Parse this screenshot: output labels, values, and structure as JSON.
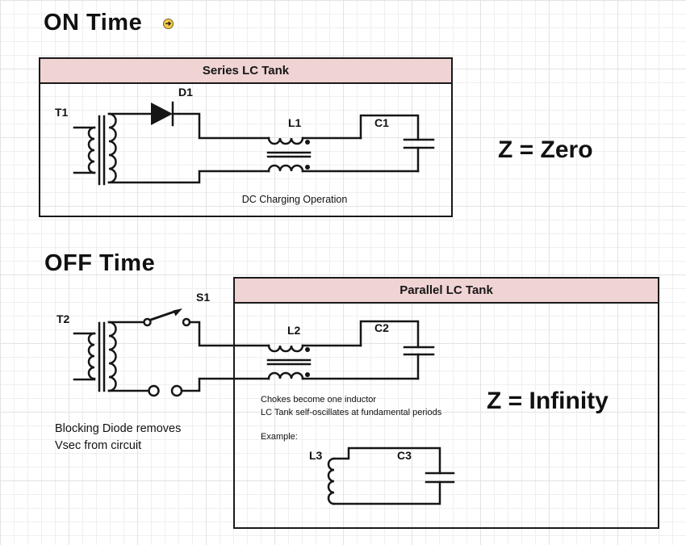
{
  "headings": {
    "on_time": "ON Time",
    "off_time": "OFF Time"
  },
  "impedance": {
    "series": "Z = Zero",
    "parallel": "Z = Infinity"
  },
  "boxes": {
    "series": {
      "title": "Series LC Tank",
      "caption": "DC Charging Operation"
    },
    "parallel": {
      "title": "Parallel LC Tank",
      "notes": {
        "line1": "Chokes become one inductor",
        "line2": "LC Tank self-oscillates at fundamental periods"
      },
      "example_label": "Example:"
    }
  },
  "components": {
    "t1": "T1",
    "d1": "D1",
    "l1": "L1",
    "c1": "C1",
    "t2": "T2",
    "s1": "S1",
    "l2": "L2",
    "c2": "C2",
    "l3": "L3",
    "c3": "C3"
  },
  "annotations": {
    "blocking_line1": "Blocking Diode removes",
    "blocking_line2": "Vsec from circuit"
  },
  "icons": {
    "on_time_bullet": "link-arrow-icon",
    "on_time_bullet_glyph": "➔"
  },
  "colors": {
    "line": "#161616",
    "header_fill": "#f0d3d3",
    "icon_gold": "#f2cb4e"
  }
}
